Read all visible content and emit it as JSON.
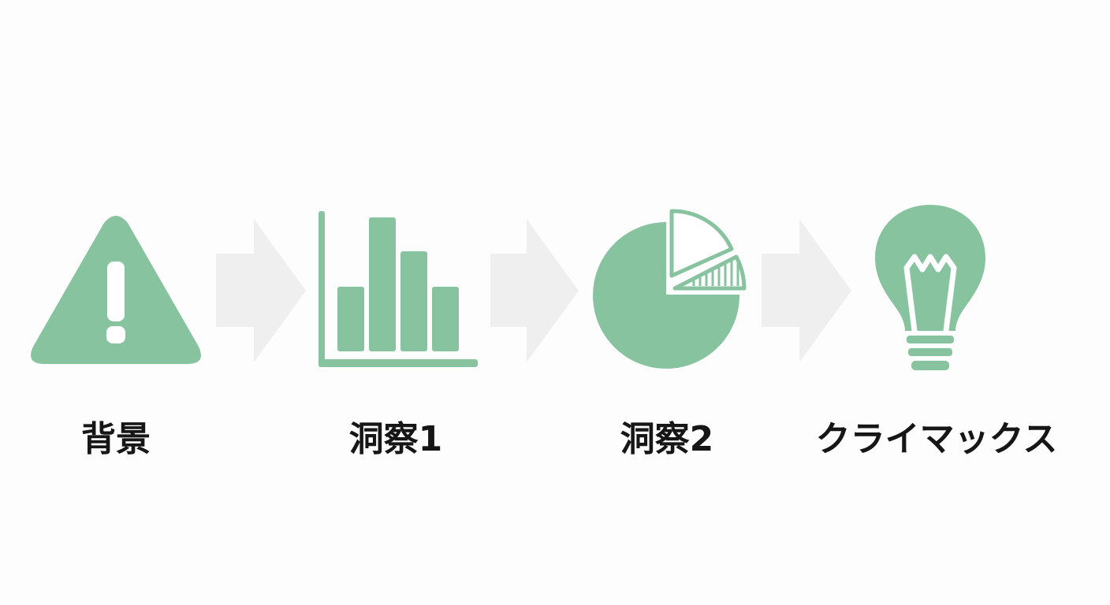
{
  "colors": {
    "accent": "#87c39f",
    "arrow": "#efefef",
    "text": "#161616",
    "background": "#fdfdfd"
  },
  "steps": [
    {
      "icon": "warning-triangle-icon",
      "label": "背景"
    },
    {
      "icon": "bar-chart-icon",
      "label": "洞察1"
    },
    {
      "icon": "pie-chart-icon",
      "label": "洞察2"
    },
    {
      "icon": "lightbulb-icon",
      "label": "クライマックス"
    }
  ],
  "connectors": [
    {
      "icon": "arrow-right-icon"
    },
    {
      "icon": "arrow-right-icon"
    },
    {
      "icon": "arrow-right-icon"
    }
  ]
}
